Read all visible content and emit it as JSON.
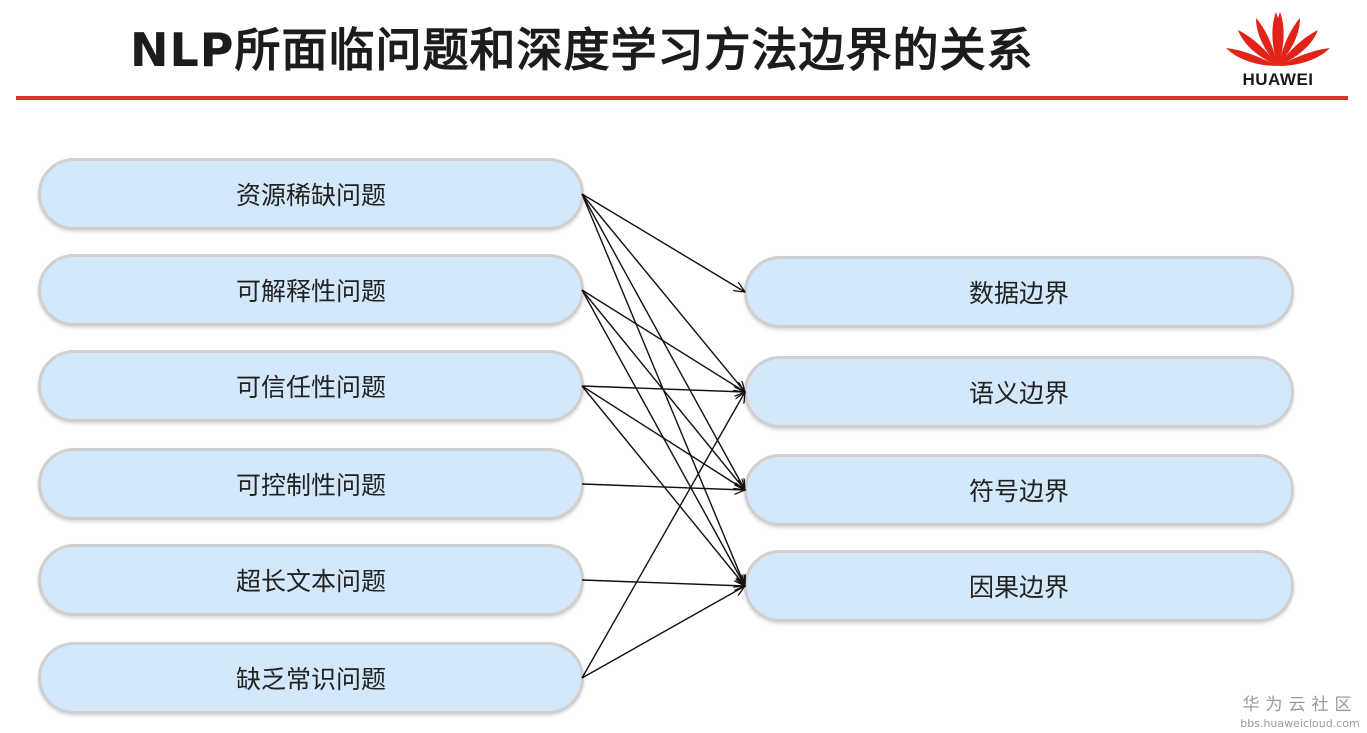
{
  "title": "NLP所面临问题和深度学习方法边界的关系",
  "logo": {
    "text": "HUAWEI",
    "brand_color": "#e2231a"
  },
  "accent_rule_color": "#d9342b",
  "problems": [
    "资源稀缺问题",
    "可解释性问题",
    "可信任性问题",
    "可控制性问题",
    "超长文本问题",
    "缺乏常识问题"
  ],
  "boundaries": [
    "数据边界",
    "语义边界",
    "符号边界",
    "因果边界"
  ],
  "connections": [
    [
      0,
      0
    ],
    [
      0,
      1
    ],
    [
      0,
      2
    ],
    [
      0,
      3
    ],
    [
      1,
      1
    ],
    [
      1,
      2
    ],
    [
      1,
      3
    ],
    [
      2,
      1
    ],
    [
      2,
      2
    ],
    [
      2,
      3
    ],
    [
      3,
      2
    ],
    [
      4,
      3
    ],
    [
      5,
      1
    ],
    [
      5,
      3
    ]
  ],
  "watermark": {
    "main": "华为云社区",
    "sub": "bbs.huaweicloud.com"
  }
}
